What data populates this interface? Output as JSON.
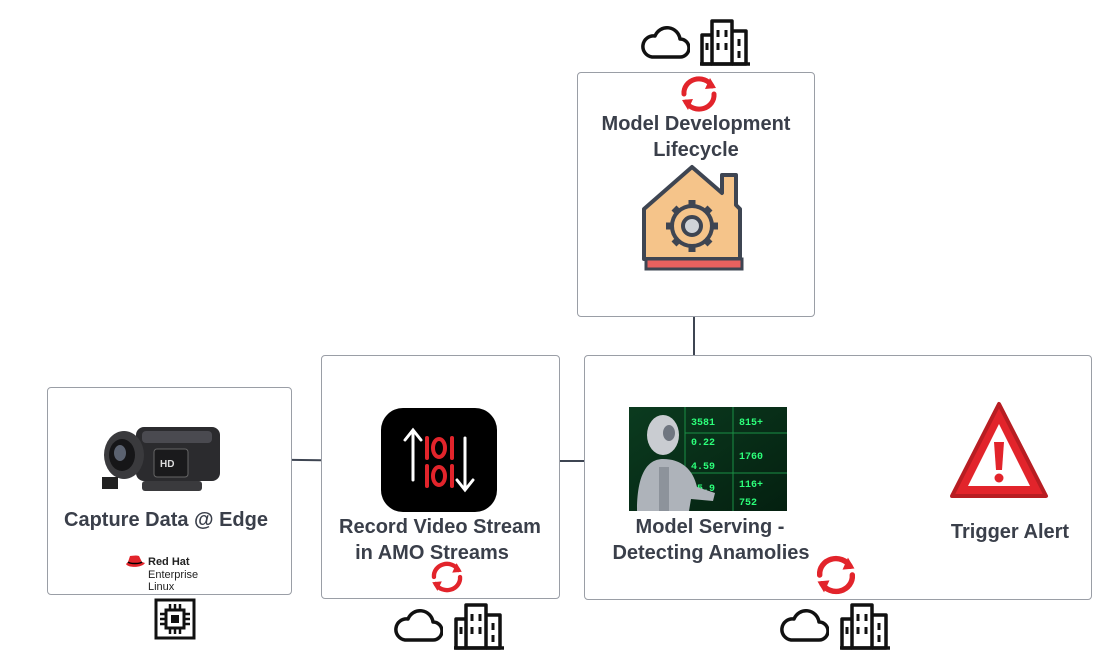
{
  "boxes": {
    "model_dev": {
      "label_line1": "Model Development",
      "label_line2": "Lifecycle"
    },
    "capture": {
      "label": "Capture Data @ Edge"
    },
    "record": {
      "label_line1": "Record Video Stream",
      "label_line2": "in AMO Streams"
    },
    "serving": {
      "label_line1": "Model Serving -",
      "label_line2": "Detecting Anamolies"
    },
    "alert": {
      "label": "Trigger Alert"
    }
  },
  "rhel_logo": {
    "line1": "Red Hat",
    "line2": "Enterprise",
    "line3": "Linux"
  },
  "colors": {
    "red": "#e2242b",
    "stroke": "#3e4552",
    "house": "#f5c48a",
    "border": "#9a9ea6"
  }
}
